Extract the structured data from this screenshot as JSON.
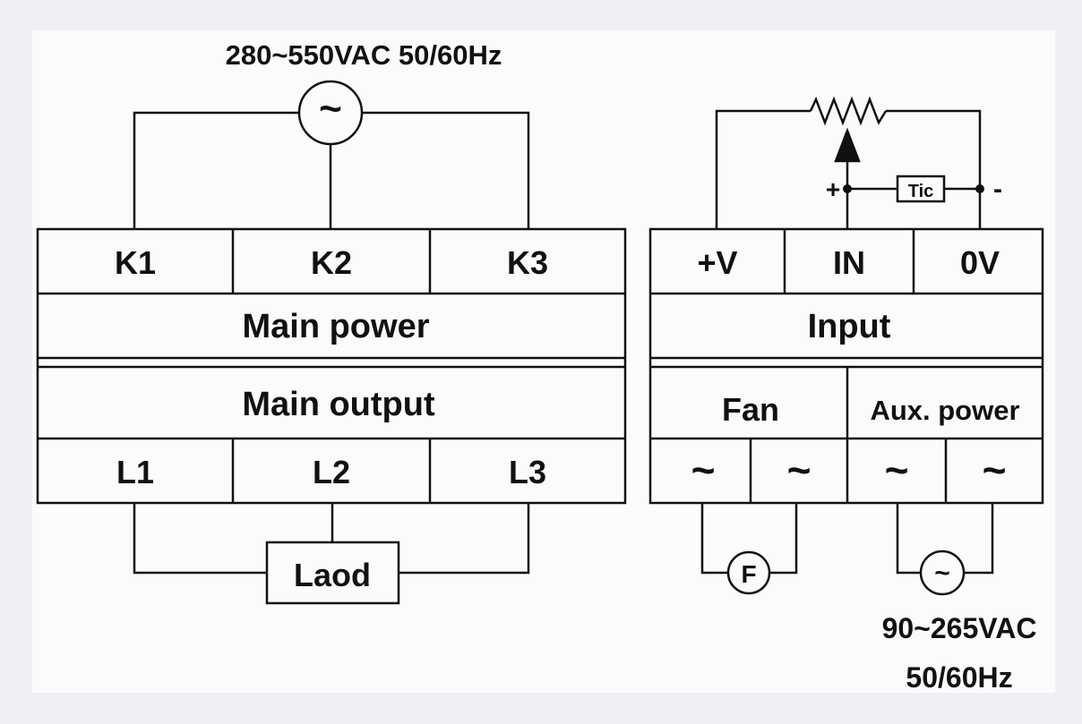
{
  "colors": {
    "background": "#eef0f3",
    "panel": "#fbfbfb",
    "line": "#111111"
  },
  "main_unit": {
    "supply_label": "280~550VAC 50/60Hz",
    "source_symbol": "~",
    "terminals_top": [
      "K1",
      "K2",
      "K3"
    ],
    "section_top": "Main power",
    "section_bottom": "Main output",
    "terminals_bottom": [
      "L1",
      "L2",
      "L3"
    ],
    "load_label": "Laod"
  },
  "control_unit": {
    "terminals_top": [
      "+V",
      "IN",
      "0V"
    ],
    "section_top": "Input",
    "fan_label": "Fan",
    "aux_label": "Aux. power",
    "ac_symbols": [
      "~",
      "~",
      "~",
      "~"
    ],
    "tic_label": "Tic",
    "plus_sign": "+",
    "minus_sign": "-",
    "fan_symbol": "F",
    "aux_source_symbol": "~",
    "aux_supply_line1": "90~265VAC",
    "aux_supply_line2": "50/60Hz"
  }
}
